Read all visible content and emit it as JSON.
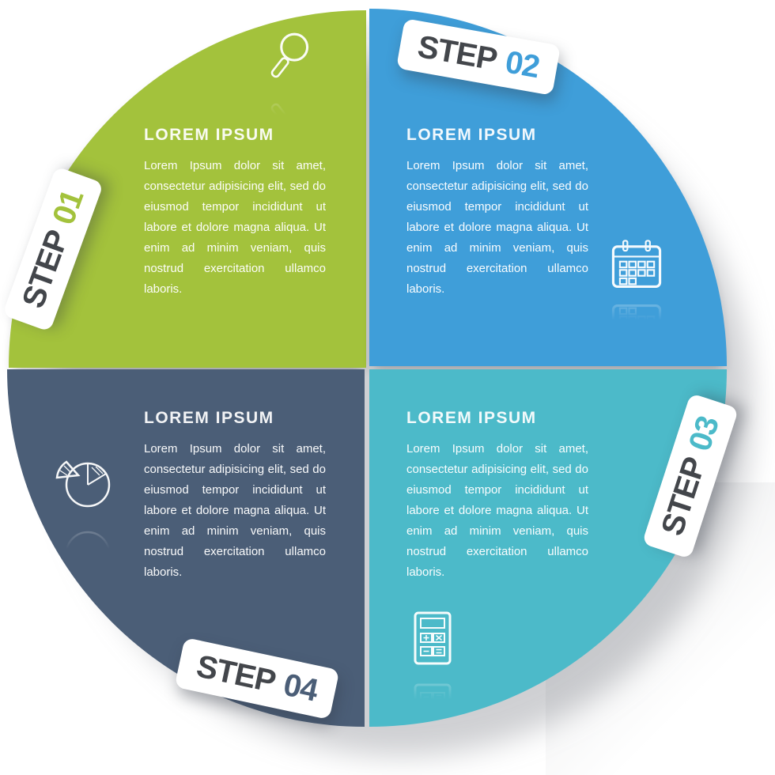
{
  "canvas": {
    "background": "#ffffff"
  },
  "step_word_color": "#43464b",
  "steps": [
    {
      "number": "01",
      "step_label": "STEP",
      "heading": "LOREM IPSUM",
      "body": "Lorem Ipsum dolor sit amet, consectetur adipisicing elit, sed do eiusmod tempor incididunt ut labore et dolore magna aliqua. Ut enim ad minim veniam, quis nostrud exercitation ullamco laboris.",
      "icon": "magnifier-icon",
      "color": "#a3c23c"
    },
    {
      "number": "02",
      "step_label": "STEP",
      "heading": "LOREM IPSUM",
      "body": "Lorem Ipsum dolor sit amet, consectetur adipisicing elit, sed do eiusmod tempor incididunt ut labore et dolore magna aliqua. Ut enim ad minim veniam, quis nostrud exercitation ullamco laboris.",
      "icon": "calendar-icon",
      "color": "#3f9ed9"
    },
    {
      "number": "03",
      "step_label": "STEP",
      "heading": "LOREM IPSUM",
      "body": "Lorem Ipsum dolor sit amet, consectetur adipisicing elit, sed do eiusmod tempor incididunt ut labore et dolore magna aliqua. Ut enim ad minim veniam, quis nostrud exercitation ullamco laboris.",
      "icon": "calculator-icon",
      "color": "#4cbac9"
    },
    {
      "number": "04",
      "step_label": "STEP",
      "heading": "LOREM IPSUM",
      "body": "Lorem Ipsum dolor sit amet, consectetur adipisicing elit, sed do eiusmod tempor incididunt ut labore et dolore magna aliqua. Ut enim ad minim veniam, quis nostrud exercitation ullamco laboris.",
      "icon": "pie-chart-icon",
      "color": "#4b5e77"
    }
  ]
}
